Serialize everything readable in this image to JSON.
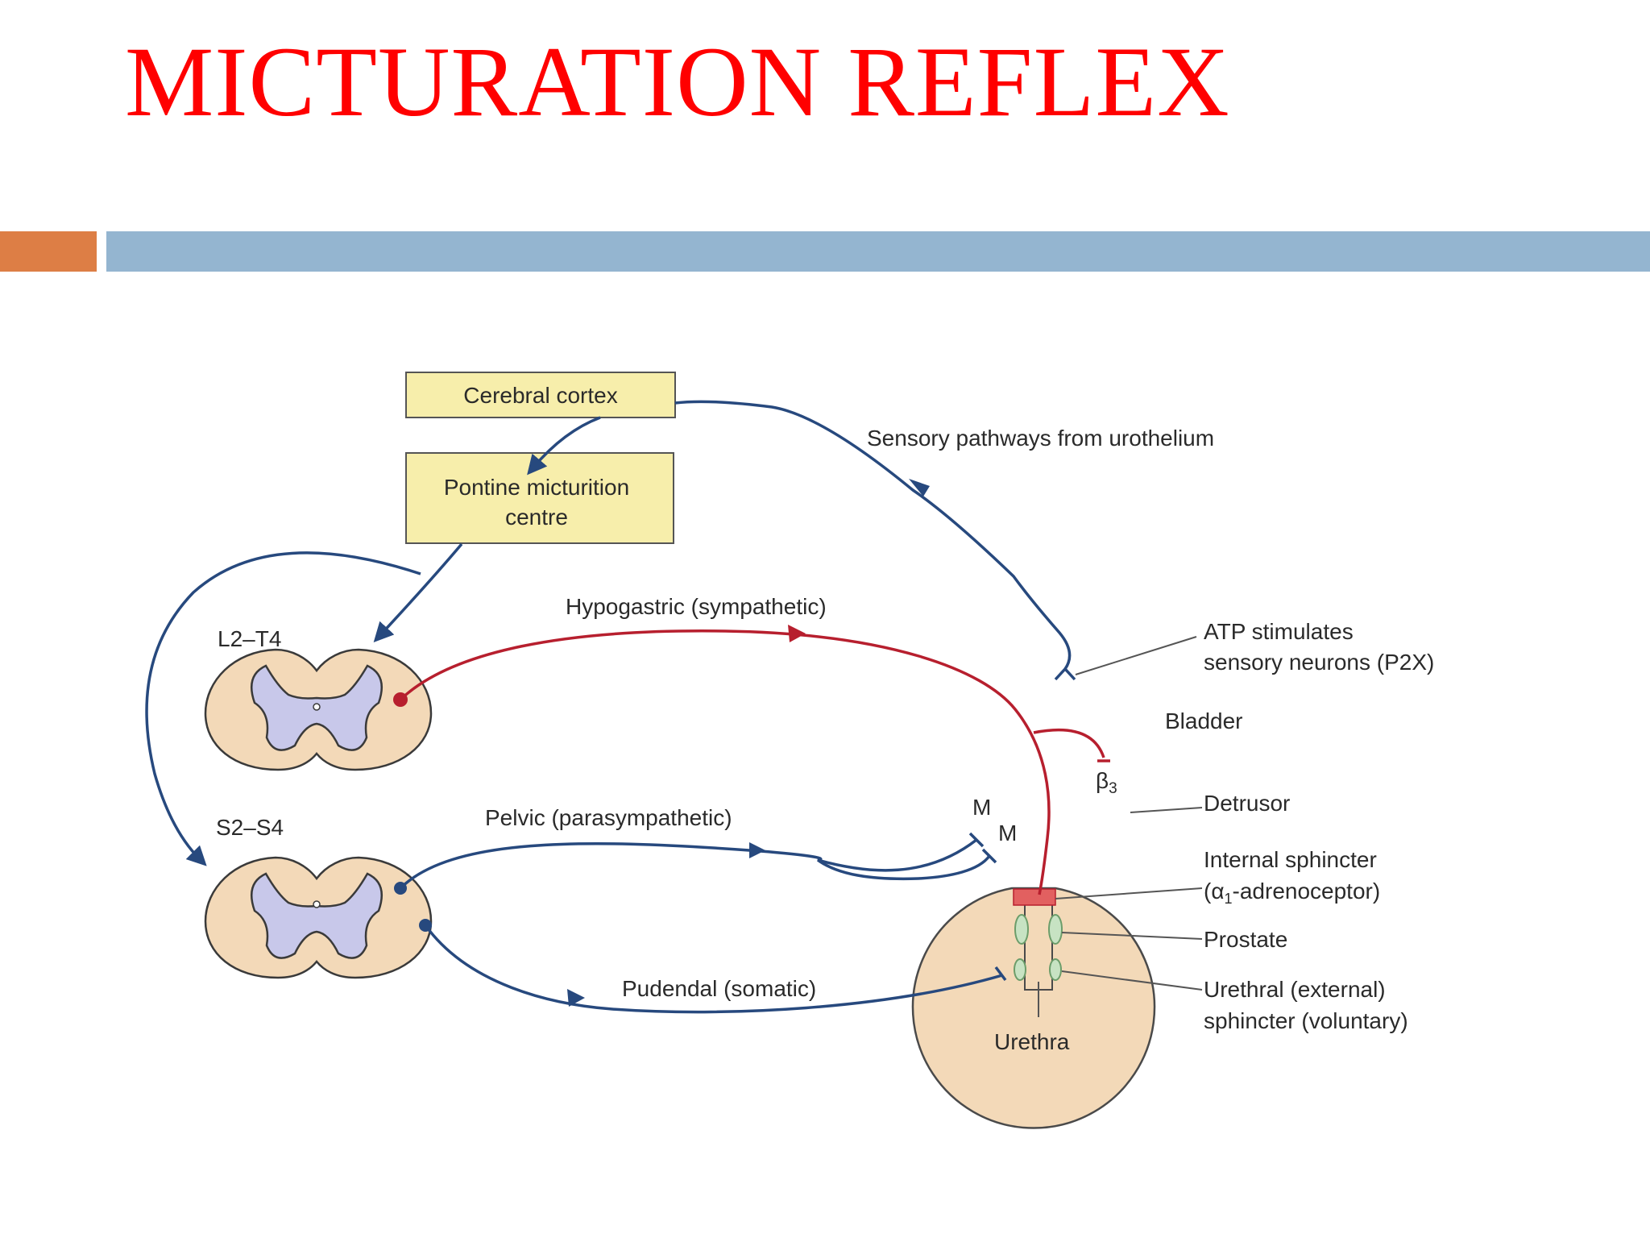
{
  "title": "MICTURATION REFLEX",
  "colors": {
    "title": "#ff0000",
    "accent_orange": "#dd7e45",
    "accent_blue": "#94b5d0",
    "sympathetic": "#b71f2e",
    "parasympathetic_somatic": "#27497e"
  },
  "boxes": {
    "cortex": "Cerebral cortex",
    "pontine_line1": "Pontine micturition",
    "pontine_line2": "centre"
  },
  "spinal_levels": {
    "upper": "L2–T4",
    "lower": "S2–S4"
  },
  "pathways": {
    "sensory": "Sensory pathways from urothelium",
    "hypogastric": "Hypogastric (sympathetic)",
    "pelvic": "Pelvic (parasympathetic)",
    "pudendal": "Pudendal (somatic)"
  },
  "receptors": {
    "beta": "β",
    "beta_sub": "3",
    "muscarinic": "M"
  },
  "labels": {
    "atp_line1": "ATP stimulates",
    "atp_line2": "sensory neurons (P2X)",
    "bladder": "Bladder",
    "detrusor": "Detrusor",
    "internal_line1": "Internal sphincter",
    "internal_line2_open": "(α",
    "internal_line2_sub": "1",
    "internal_line2_rest": "-adrenoceptor)",
    "prostate": "Prostate",
    "external_line1": "Urethral (external)",
    "external_line2": "sphincter (voluntary)",
    "urethra": "Urethra"
  }
}
